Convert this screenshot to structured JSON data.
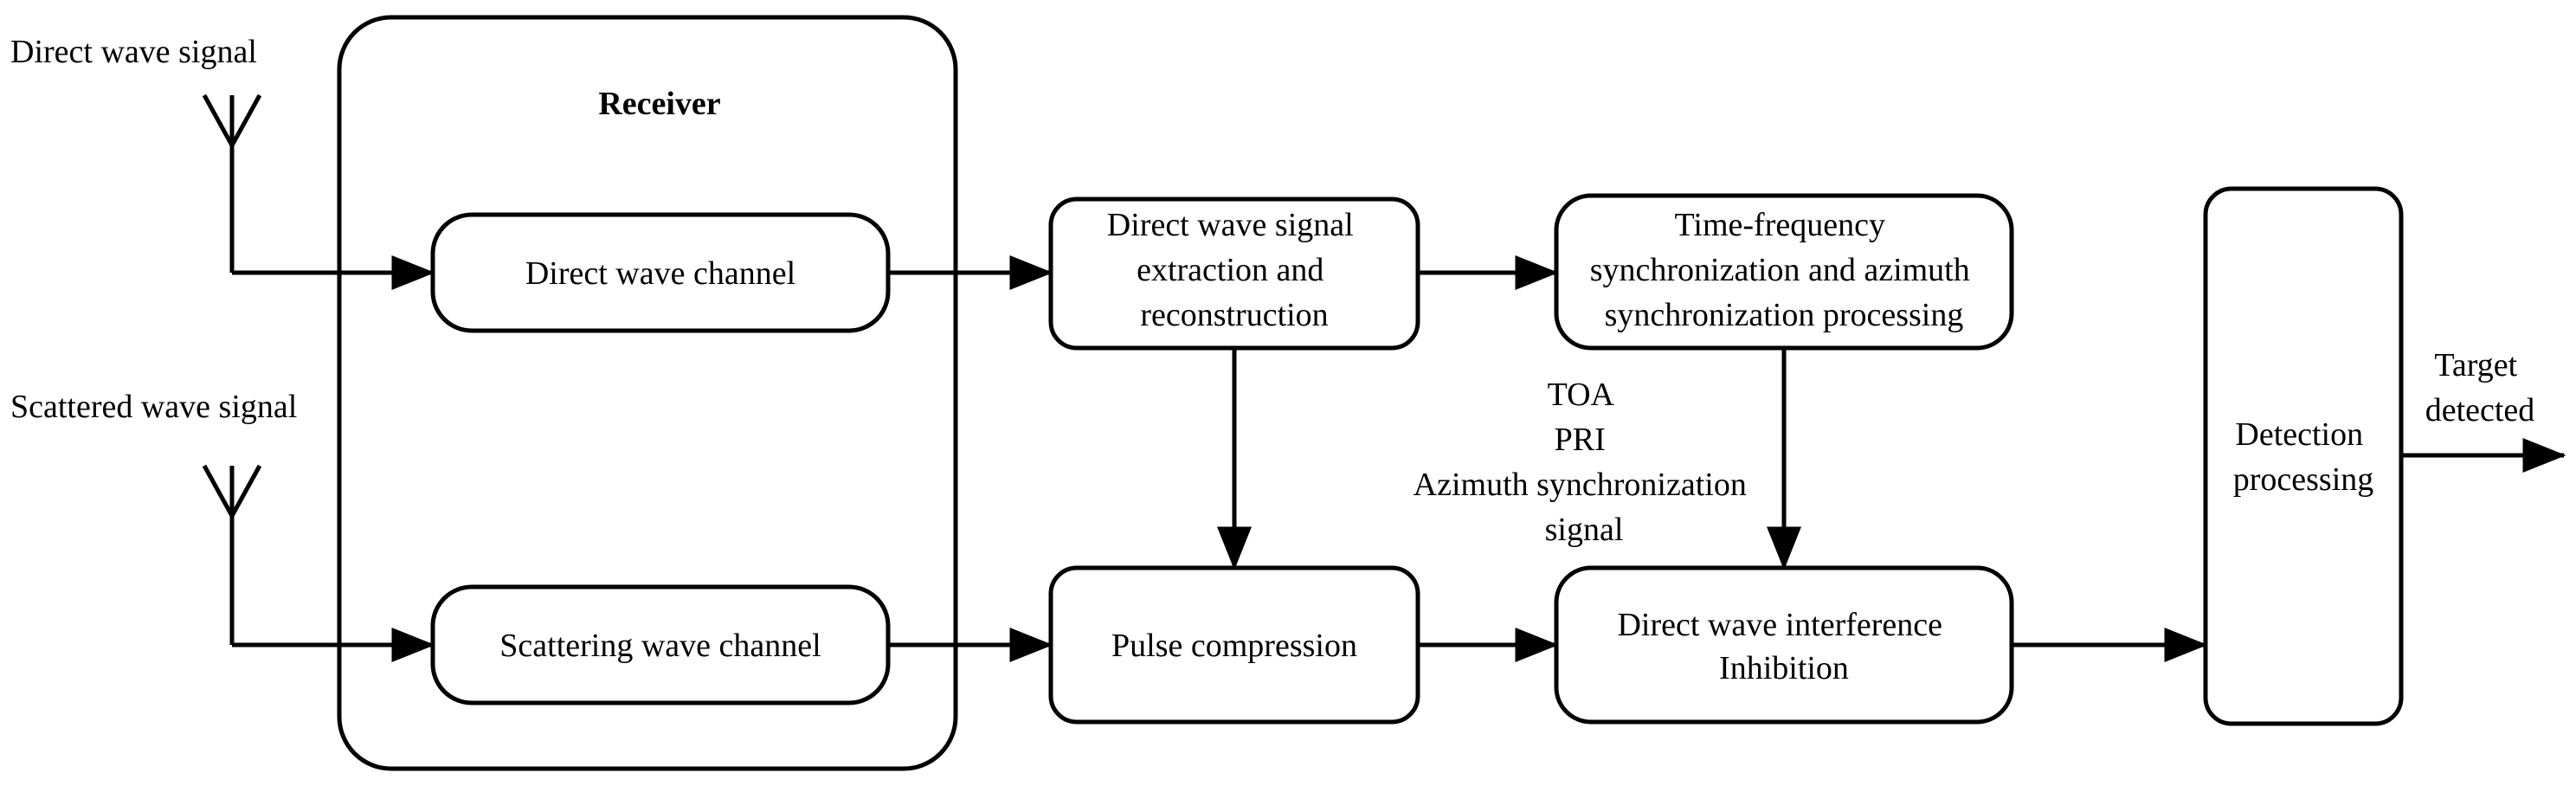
{
  "inputs": {
    "direct_label": "Direct wave signal",
    "scattered_label": "Scattered wave signal"
  },
  "receiver": {
    "title": "Receiver",
    "direct_channel": "Direct wave channel",
    "scattering_channel": "Scattering wave channel"
  },
  "blocks": {
    "extraction": [
      "Direct wave signal",
      "extraction and",
      "reconstruction"
    ],
    "sync": [
      "Time-frequency",
      "synchronization and azimuth",
      "synchronization processing"
    ],
    "pulse": "Pulse compression",
    "inhibition": [
      "Direct wave interference",
      "Inhibition"
    ],
    "detection": [
      "Detection",
      "processing"
    ]
  },
  "annotations": {
    "params": [
      "TOA",
      "PRI",
      "Azimuth synchronization",
      "signal"
    ],
    "output": [
      "Target",
      "detected"
    ]
  }
}
